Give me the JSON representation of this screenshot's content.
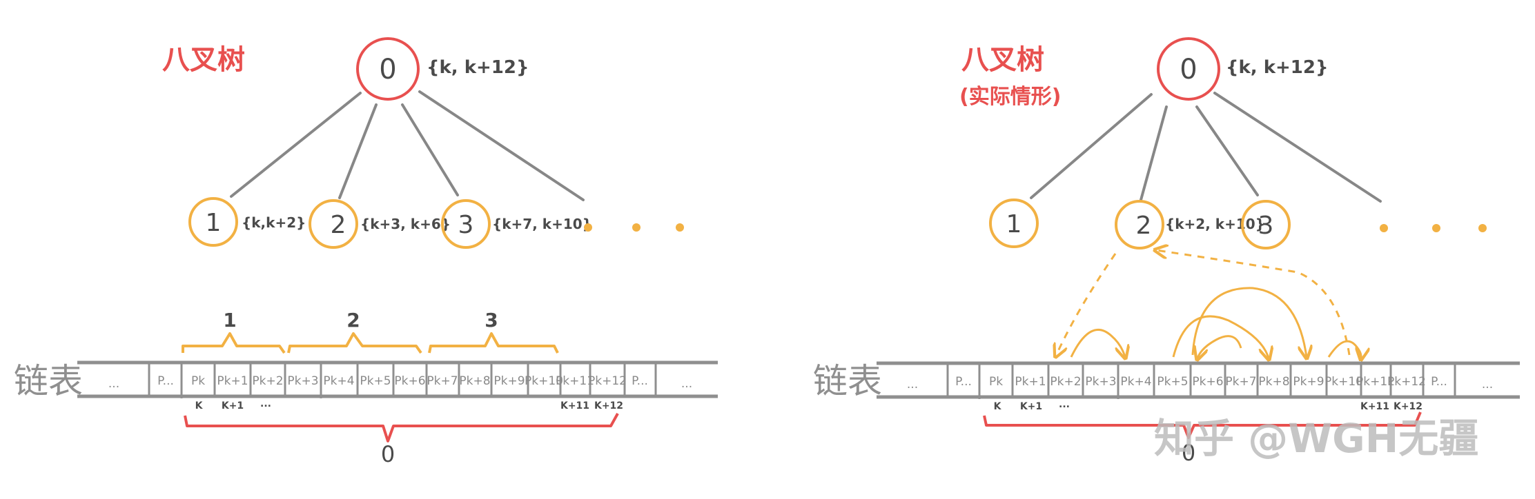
{
  "colors": {
    "root_node": "#e8504f",
    "child_node": "#f2b143",
    "edge": "#878787",
    "list_line": "#8f8f8f",
    "ink": "#4a4a4a",
    "title": "#e8504f",
    "bracket_root": "#e8504f",
    "bracket_child": "#f2b143"
  },
  "left": {
    "title": "八叉树",
    "root": {
      "label": "0",
      "range": "{k, k+12}"
    },
    "children": [
      {
        "label": "1",
        "range": "{k,k+2}"
      },
      {
        "label": "2",
        "range": "{k+3, k+6}"
      },
      {
        "label": "3",
        "range": "{k+7, k+10}"
      }
    ],
    "ellipsis_dots": "• • •",
    "list": {
      "label": "链表",
      "cells": [
        "...",
        "P...",
        "Pk",
        "Pk+1",
        "Pk+2",
        "Pk+3",
        "Pk+4",
        "Pk+5",
        "Pk+6",
        "Pk+7",
        "Pk+8",
        "Pk+9",
        "Pk+10",
        "Pk+11",
        "Pk+12",
        "P...",
        "..."
      ],
      "index_labels": [
        "K",
        "K+1",
        "...",
        "K+11",
        "K+12"
      ]
    },
    "brackets": {
      "child": [
        {
          "label": "1",
          "span": "Pk..Pk+2"
        },
        {
          "label": "2",
          "span": "Pk+3..Pk+6"
        },
        {
          "label": "3",
          "span": "Pk+7..Pk+10"
        }
      ],
      "root": {
        "label": "0",
        "span": "Pk..Pk+12"
      }
    }
  },
  "right": {
    "title": "八叉树",
    "subtitle": "(实际情形)",
    "root": {
      "label": "0",
      "range": "{k, k+12}"
    },
    "children": [
      {
        "label": "1",
        "range": ""
      },
      {
        "label": "2",
        "range": "{k+2, k+10}"
      },
      {
        "label": "3",
        "range": ""
      }
    ],
    "ellipsis_dots": "• • •",
    "list": {
      "label": "链表",
      "cells": [
        "...",
        "P...",
        "Pk",
        "Pk+1",
        "Pk+2",
        "Pk+3",
        "Pk+4",
        "Pk+5",
        "Pk+6",
        "Pk+7",
        "Pk+8",
        "Pk+9",
        "Pk+10",
        "Pk+11",
        "Pk+12",
        "P...",
        "..."
      ],
      "index_labels": [
        "K",
        "K+1",
        "...",
        "K+11",
        "K+12"
      ]
    },
    "root_bracket_label": "0"
  },
  "watermark": "知乎 @WGH无疆"
}
